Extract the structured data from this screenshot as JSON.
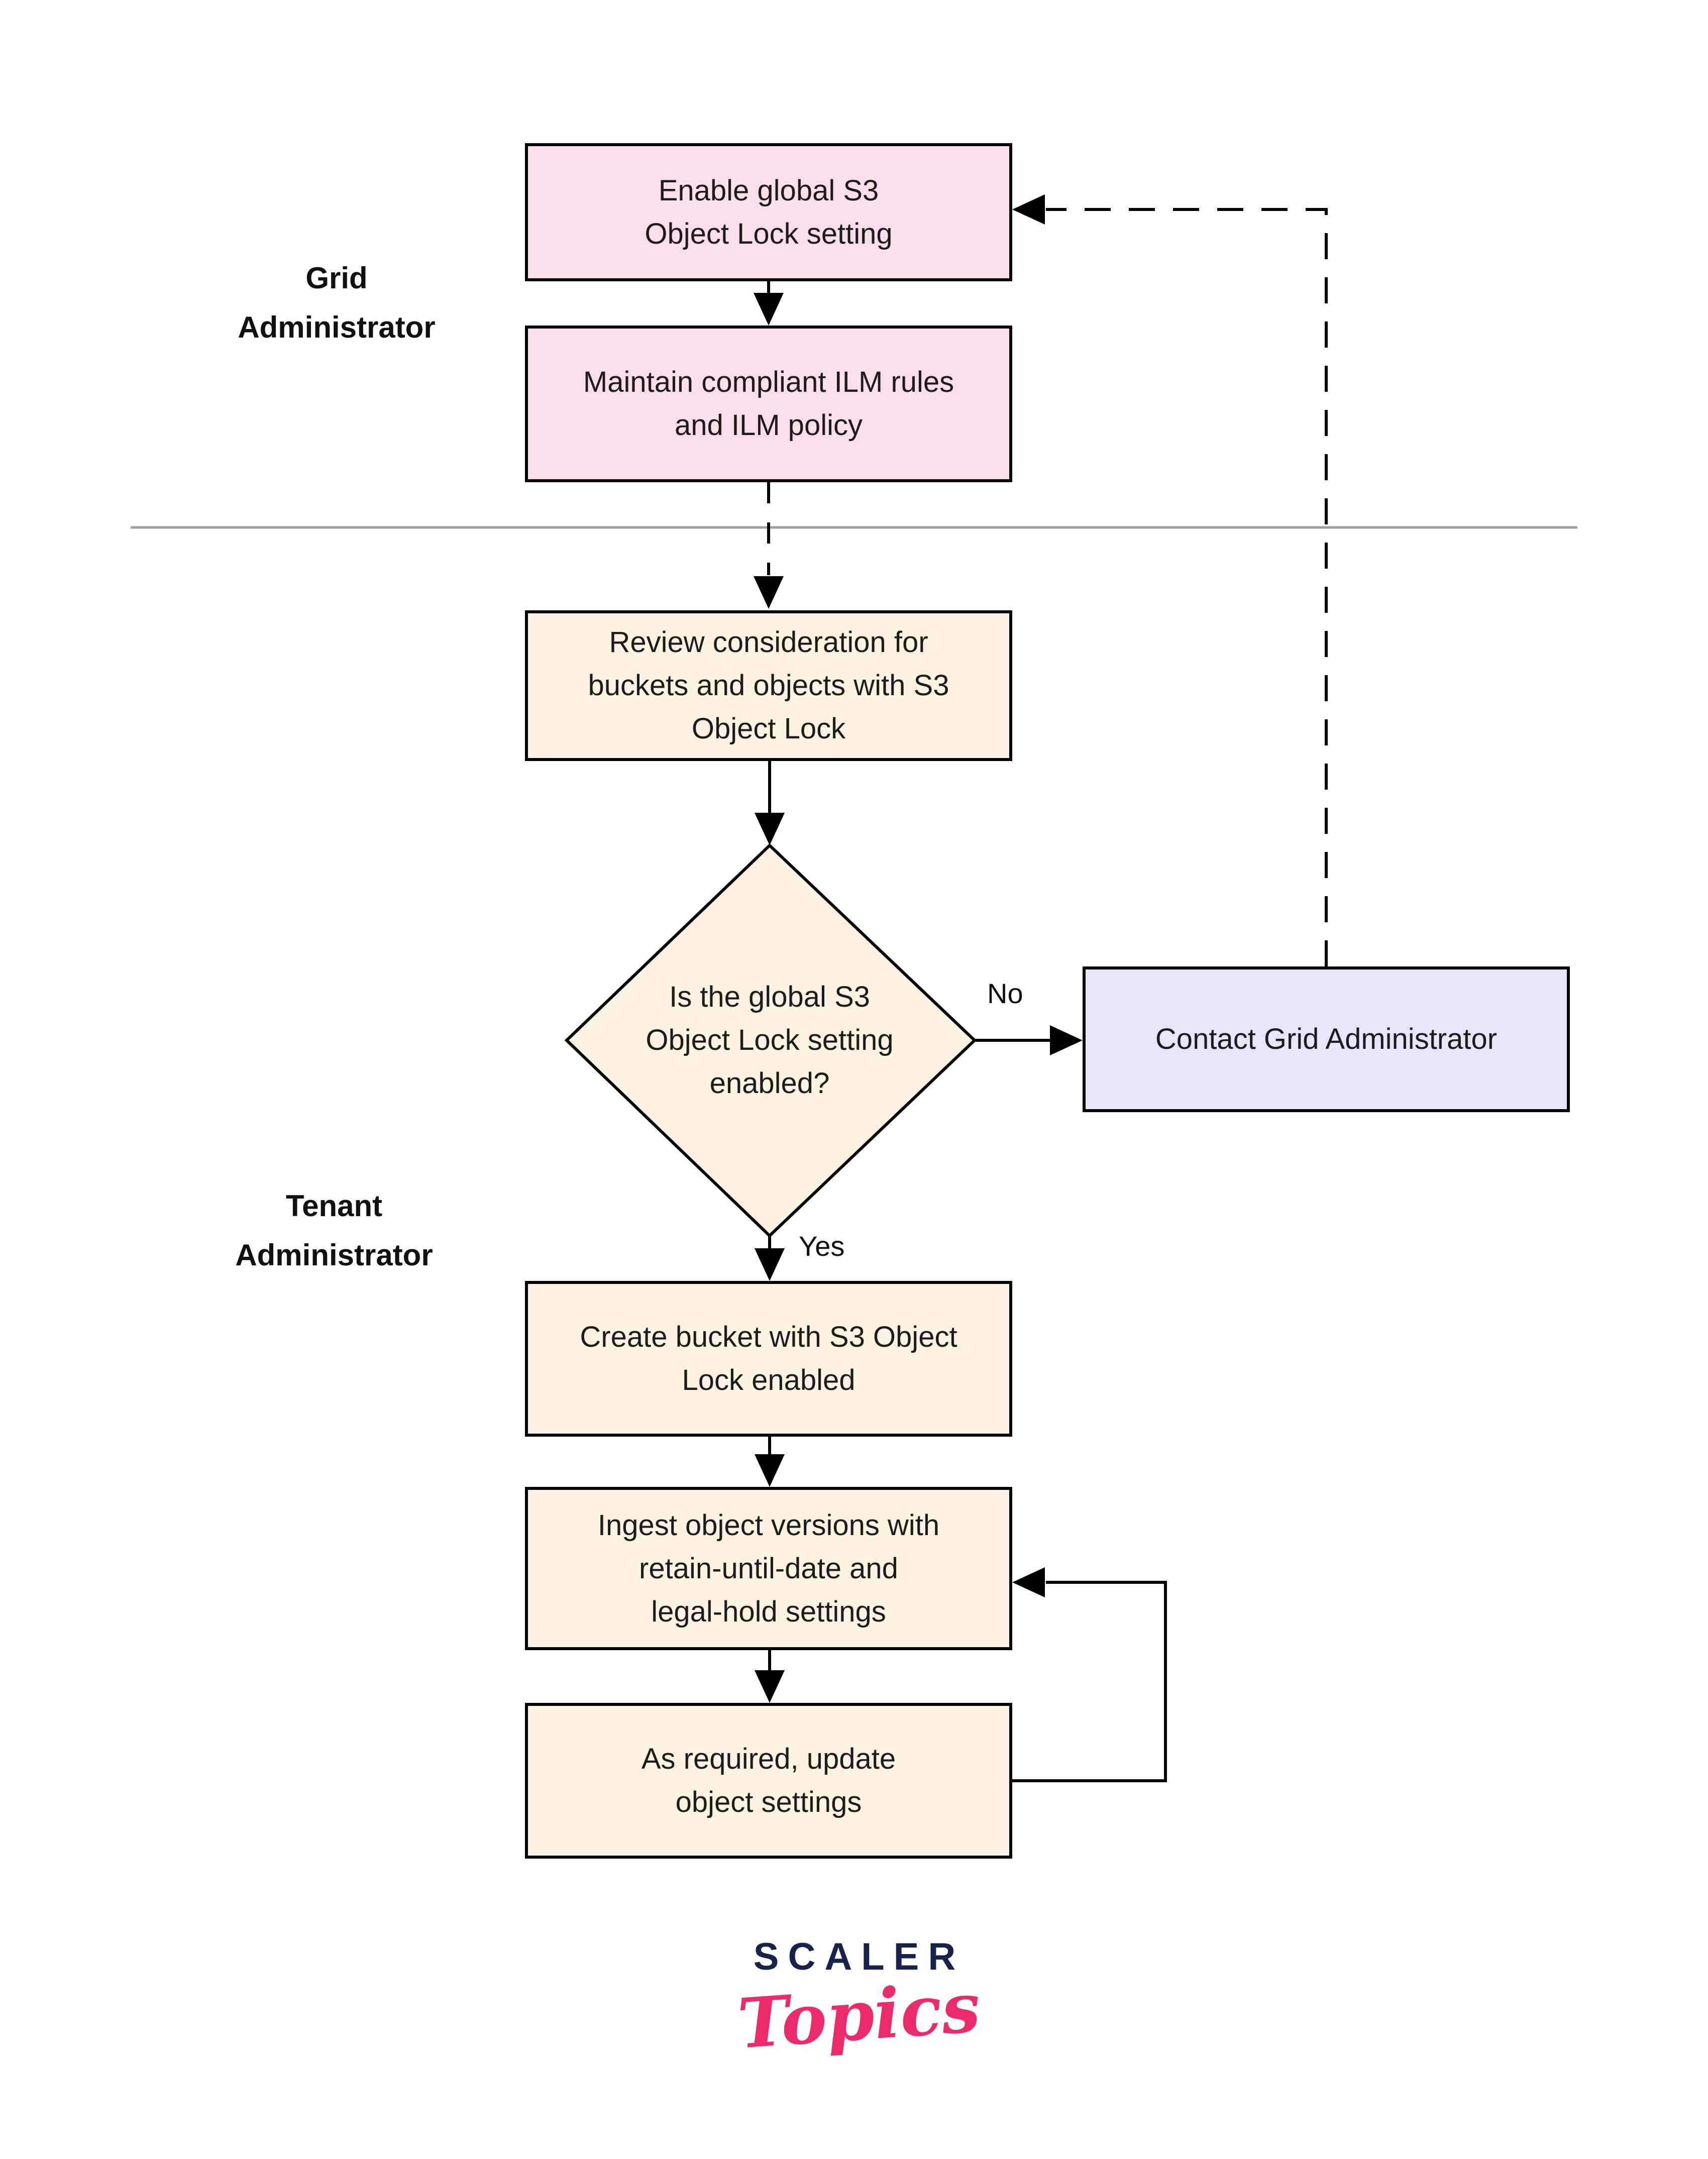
{
  "lanes": {
    "grid": "Grid\nAdministrator",
    "tenant": "Tenant\nAdministrator"
  },
  "nodes": {
    "enable": "Enable global S3\nObject Lock setting",
    "maintain": "Maintain compliant ILM rules\nand ILM policy",
    "review": "Review consideration for\nbuckets and objects with S3\nObject Lock",
    "decision": "Is the global S3\nObject Lock setting\nenabled?",
    "contact": "Contact Grid Administrator",
    "create": "Create bucket with S3 Object\nLock enabled",
    "ingest": "Ingest object versions with\nretain-until-date and\nlegal-hold settings",
    "update": "As required, update\nobject settings"
  },
  "edge_labels": {
    "no": "No",
    "yes": "Yes"
  },
  "logo": {
    "brand": "SCALER",
    "sub": "Topics"
  },
  "colors": {
    "node_pink": "#fbdeeb",
    "node_cream": "#fdf2e1",
    "node_lavender": "#e6e6f8",
    "border": "#000000",
    "divider": "#9e9e9e",
    "logo_navy": "#15234d",
    "logo_pink": "#eb2a6a"
  }
}
